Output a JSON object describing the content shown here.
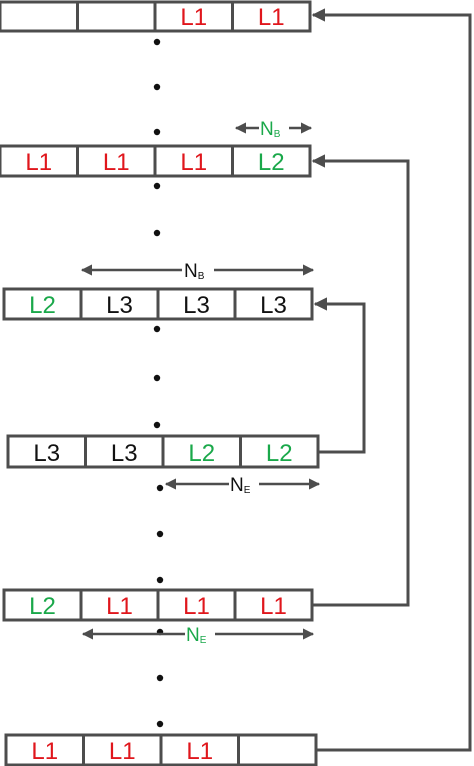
{
  "colors": {
    "red": "#e0161c",
    "green": "#1aa84a",
    "black": "#111111",
    "stroke": "#4d4d4d"
  },
  "rows": [
    {
      "cells": [
        {
          "text": "",
          "color": "black"
        },
        {
          "text": "",
          "color": "black"
        },
        {
          "text": "L1",
          "color": "red"
        },
        {
          "text": "L1",
          "color": "red"
        }
      ]
    },
    {
      "cells": [
        {
          "text": "L1",
          "color": "red"
        },
        {
          "text": "L1",
          "color": "red"
        },
        {
          "text": "L1",
          "color": "red"
        },
        {
          "text": "L2",
          "color": "green"
        }
      ]
    },
    {
      "cells": [
        {
          "text": "L2",
          "color": "green"
        },
        {
          "text": "L3",
          "color": "black"
        },
        {
          "text": "L3",
          "color": "black"
        },
        {
          "text": "L3",
          "color": "black"
        }
      ]
    },
    {
      "cells": [
        {
          "text": "L3",
          "color": "black"
        },
        {
          "text": "L3",
          "color": "black"
        },
        {
          "text": "L2",
          "color": "green"
        },
        {
          "text": "L2",
          "color": "green"
        }
      ]
    },
    {
      "cells": [
        {
          "text": "L2",
          "color": "green"
        },
        {
          "text": "L1",
          "color": "red"
        },
        {
          "text": "L1",
          "color": "red"
        },
        {
          "text": "L1",
          "color": "red"
        }
      ]
    },
    {
      "cells": [
        {
          "text": "L1",
          "color": "red"
        },
        {
          "text": "L1",
          "color": "red"
        },
        {
          "text": "L1",
          "color": "red"
        },
        {
          "text": "",
          "color": "black"
        }
      ]
    }
  ],
  "dimensions": [
    {
      "main": "N",
      "sub": "B",
      "color": "green"
    },
    {
      "main": "N",
      "sub": "B",
      "color": "black"
    },
    {
      "main": "N",
      "sub": "E",
      "color": "black"
    },
    {
      "main": "N",
      "sub": "E",
      "color": "green"
    }
  ]
}
